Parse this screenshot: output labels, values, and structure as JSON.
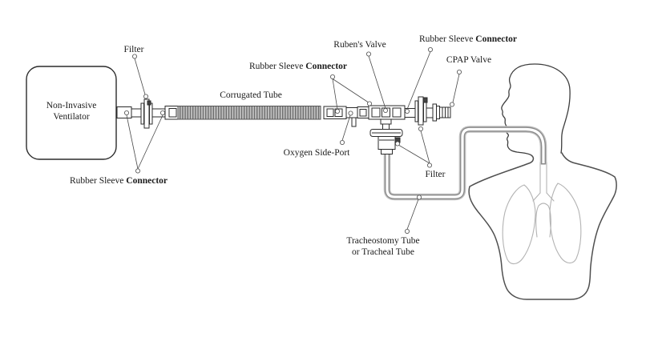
{
  "diagram": {
    "ventilator": {
      "line1": "Non-Invasive",
      "line2": "Ventilator"
    },
    "labels": {
      "filter_left": "Filter",
      "rubber_sleeve_left": {
        "normal": "Rubber Sleeve ",
        "bold": "Connector"
      },
      "corrugated_tube": "Corrugated Tube",
      "rubber_sleeve_middle": {
        "normal": "Rubber Sleeve ",
        "bold": "Connector"
      },
      "oxygen_side_port": "Oxygen Side-Port",
      "rubens_valve": "Ruben's Valve",
      "rubber_sleeve_right": {
        "normal": "Rubber Sleeve ",
        "bold": "Connector"
      },
      "cpap_valve": "CPAP Valve",
      "filter_right": "Filter",
      "tracheostomy_tube": {
        "line1": "Tracheostomy Tube",
        "line2": "or Tracheal Tube"
      }
    },
    "colors": {
      "background": "#ffffff",
      "equipment_line": "#2b2b2b",
      "body_line": "#4f4f4f",
      "lung_line": "#b3b3b3",
      "tube_wall": "#8a8a8a",
      "tube_edge": "#bdbdbd",
      "leader": "#4a4a4a",
      "label_text": "#1b1b1b"
    }
  }
}
